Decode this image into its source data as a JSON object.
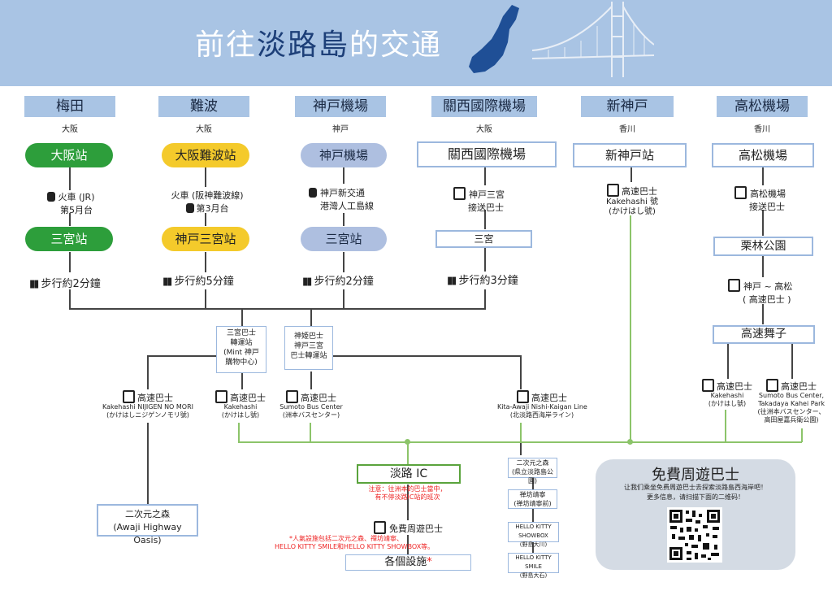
{
  "title": {
    "prefix": "前往",
    "highlight": "淡路島",
    "suffix": "的交通"
  },
  "columns": [
    {
      "header": "梅田",
      "region": "大阪",
      "start": "大阪站",
      "mode": "火車 (JR)",
      "mode2": "第5月台",
      "transfer": "三宮站",
      "walk": "步行約2分鐘"
    },
    {
      "header": "難波",
      "region": "大阪",
      "start": "大阪難波站",
      "mode": "火車 (阪神難波線)",
      "mode2": "第3月台",
      "transfer": "神戸三宮站",
      "walk": "步行約5分鐘"
    },
    {
      "header": "神戸機場",
      "region": "神戸",
      "start": "神戸機場",
      "mode": "神戸新交通",
      "mode2": "港灣人工島線",
      "transfer": "三宮站",
      "walk": "步行約2分鐘"
    },
    {
      "header": "關西國際機場",
      "region": "大阪",
      "start": "關西國際機場",
      "mode": "神戸三宮",
      "mode2": "接送巴士",
      "transfer": "三宮",
      "walk": "步行約3分鐘"
    },
    {
      "header": "新神戸",
      "region": "香川",
      "start": "新神戸站",
      "mode": "高速巴士",
      "mode2": "Kakehashi 號",
      "mode3": "(かけはし號)"
    },
    {
      "header": "高松機場",
      "region": "香川",
      "start": "高松機場",
      "mode": "高松機場",
      "mode2": "接送巴士",
      "transfer": "栗林公園",
      "mode4": "神戸 ~ 高松",
      "mode5": "( 高速巴士 )",
      "transfer2": "高速舞子"
    }
  ],
  "hubs": {
    "mint": {
      "l1": "三宮巴士",
      "l2": "轉運站",
      "l3": "(Mint 神戸",
      "l4": "購物中心)"
    },
    "shinki": {
      "l1": "神姫巴士",
      "l2": "神戸三宮",
      "l3": "巴士轉運站"
    }
  },
  "buses": [
    {
      "name": "高速巴士",
      "d1": "Kakehashi NIJIGEN NO MORI",
      "d2": "(かけはしニジゲンノモリ號)"
    },
    {
      "name": "高速巴士",
      "d1": "Kakehashi",
      "d2": "(かけはし號)"
    },
    {
      "name": "高速巴士",
      "d1": "Sumoto Bus Center",
      "d2": "(洲本バスセンター)"
    },
    {
      "name": "高速巴士",
      "d1": "Kita-Awaji Nishi-Kaigan Line",
      "d2": "(北淡路西海岸ライン)"
    },
    {
      "name": "高速巴士",
      "d1": "Kakehashi",
      "d2": "(かけはし號)"
    },
    {
      "name": "高速巴士",
      "d1": "Sumoto Bus Center,",
      "d2": "Takadaya Kahei Park",
      "d3": "(往洲本バスセンター、",
      "d4": "高田屋嘉兵衛公園)"
    }
  ],
  "nijigen": {
    "l1": "二次元之森",
    "l2": "(Awaji Highway Oasis)"
  },
  "awaji_ic": {
    "label": "淡路 IC",
    "note1": "注意：往洲本的巴士當中，",
    "note2": "有不停淡路IC站的班次",
    "bus": "免費周遊巴士",
    "star1": "*人氣設施包括二次元之森、禪坊靖寧、",
    "star2": "HELLO KITTY SMILE和HELLO KITTY SHOWBOX等。",
    "facilities": "各個設施",
    "star": "*"
  },
  "stops": [
    {
      "l1": "二次元之森",
      "l2": "(県立淡路島公園)"
    },
    {
      "l1": "禅坊靖寧",
      "l2": "(禅坊靖寧前)"
    },
    {
      "l1": "HELLO KITTY SHOWBOX",
      "l2": "(野島大川)"
    },
    {
      "l1": "HELLO KITTY SMILE",
      "l2": "(野島大石)"
    }
  ],
  "free_bus": {
    "title": "免費周遊巴士",
    "line1": "让我们乘坐免费周遊巴士去探索淡路島西海岸吧！",
    "line2": "更多信息，请扫描下面的二维码！"
  },
  "colors": {
    "banner": "#a9c4e4",
    "title_dark": "#1d3f78",
    "green": "#2d9e3b",
    "yellow": "#f4ca2b",
    "lightblue": "#aebfe0",
    "route_green": "#8cc46a"
  }
}
